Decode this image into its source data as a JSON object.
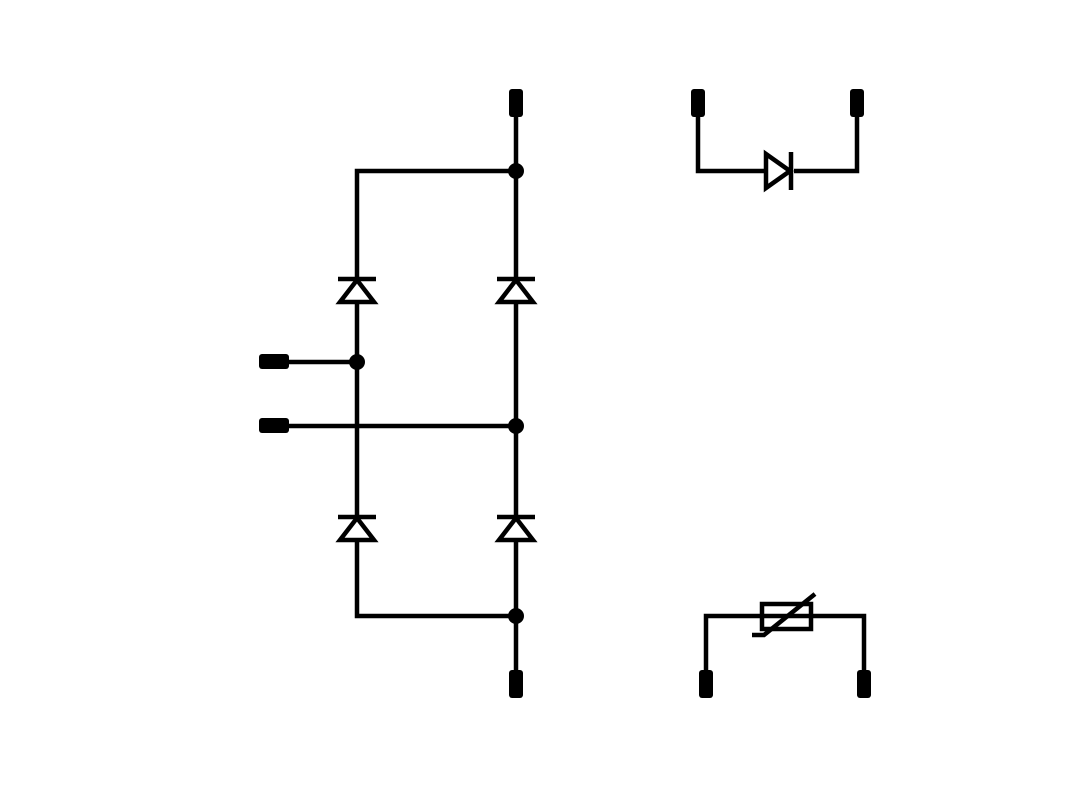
{
  "diagram": {
    "kind": "circuit-schematic",
    "background": "#ffffff",
    "stroke_color": "#000000",
    "components": [
      {
        "id": "bridge-rectifier",
        "type": "diode-bridge",
        "diode_count": 4
      },
      {
        "id": "series-diode",
        "type": "diode"
      },
      {
        "id": "varistor",
        "type": "variable-resistor"
      }
    ],
    "terminals": {
      "bridge": 4,
      "diode": 2,
      "varistor": 2
    }
  }
}
